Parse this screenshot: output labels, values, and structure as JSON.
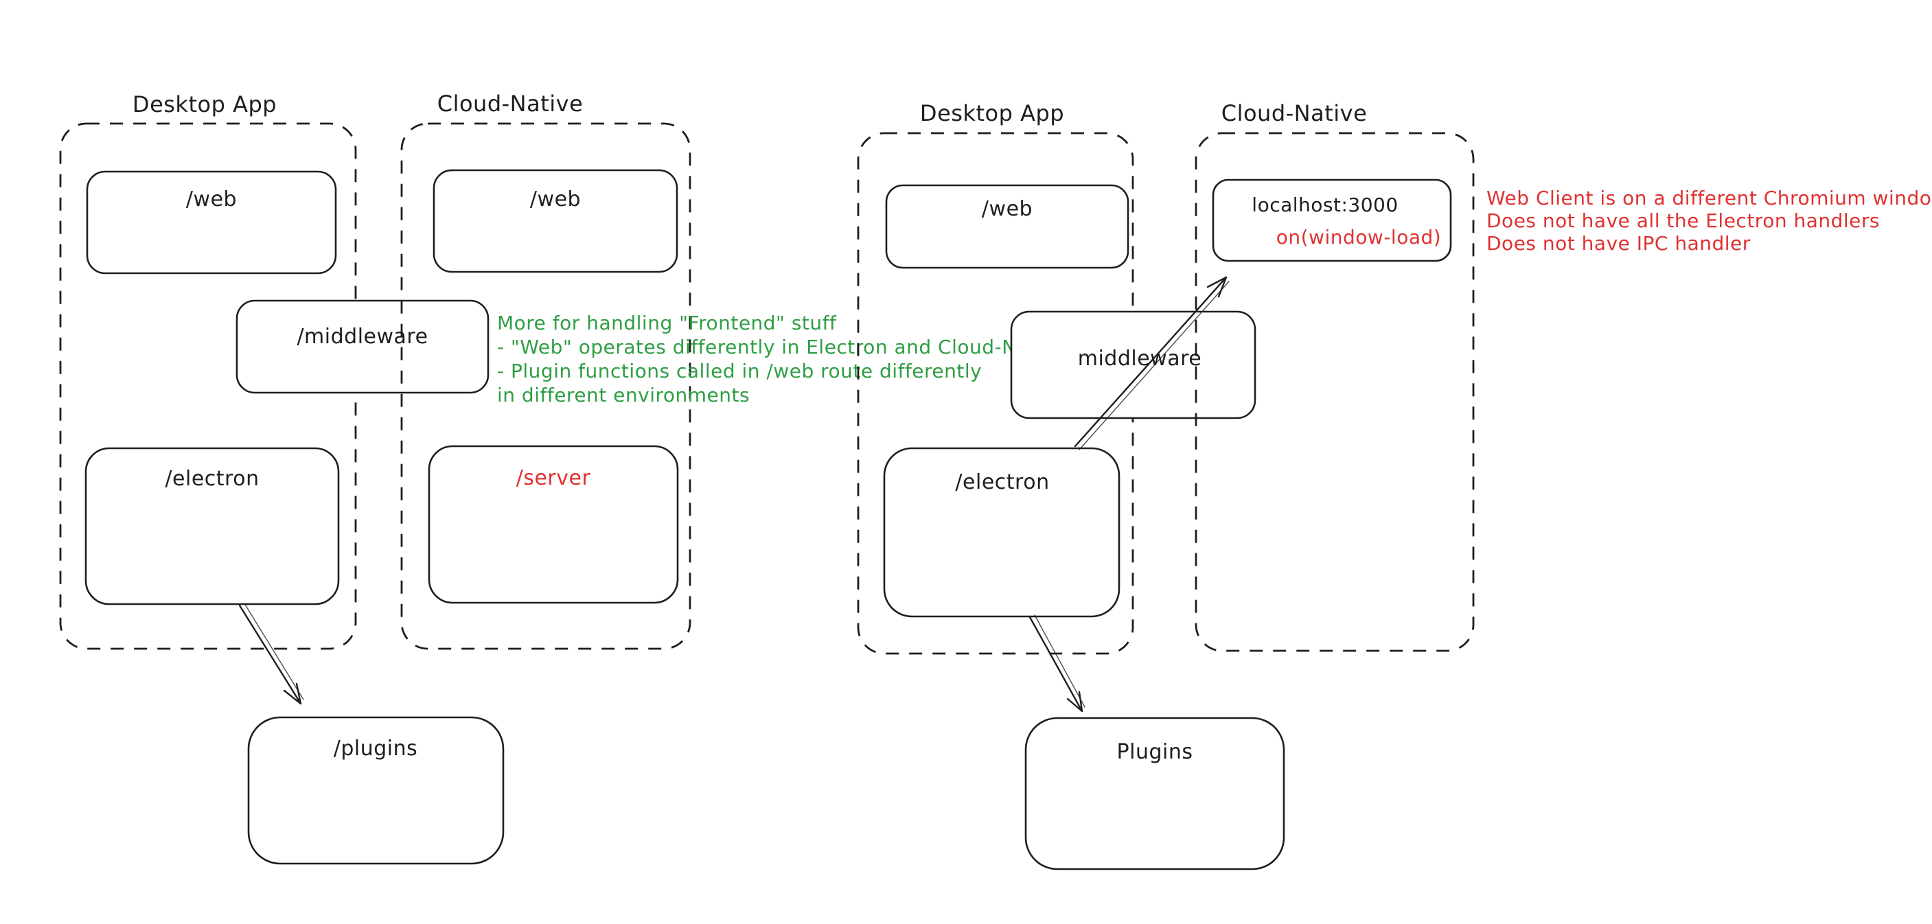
{
  "canvas": {
    "background": "#ffffff"
  },
  "colors": {
    "ink": "#1e1e1e",
    "red": "#e03131",
    "green": "#2f9e44"
  },
  "left": {
    "desktop": {
      "title": "Desktop App",
      "web": "/web",
      "middleware": "/middleware",
      "electron": "/electron",
      "plugins": "/plugins"
    },
    "cloud": {
      "title": "Cloud-Native",
      "web": "/web",
      "server": "/server"
    },
    "green_note": {
      "lines": [
        "More for handling \"Frontend\" stuff",
        "- \"Web\" operates differently in Electron and Cloud-Native",
        "- Plugin functions called in /web route differently",
        "in different environments"
      ]
    }
  },
  "right": {
    "desktop": {
      "title": "Desktop App",
      "web": "/web",
      "middleware": "middleware",
      "electron": "/electron",
      "plugins": "Plugins"
    },
    "cloud": {
      "title": "Cloud-Native",
      "localhost": "localhost:3000",
      "handler": "on(window-load)"
    },
    "red_note": {
      "lines": [
        "Web Client is on a different Chromium window",
        "Does not have all the Electron handlers",
        "Does not have IPC handler"
      ]
    }
  }
}
